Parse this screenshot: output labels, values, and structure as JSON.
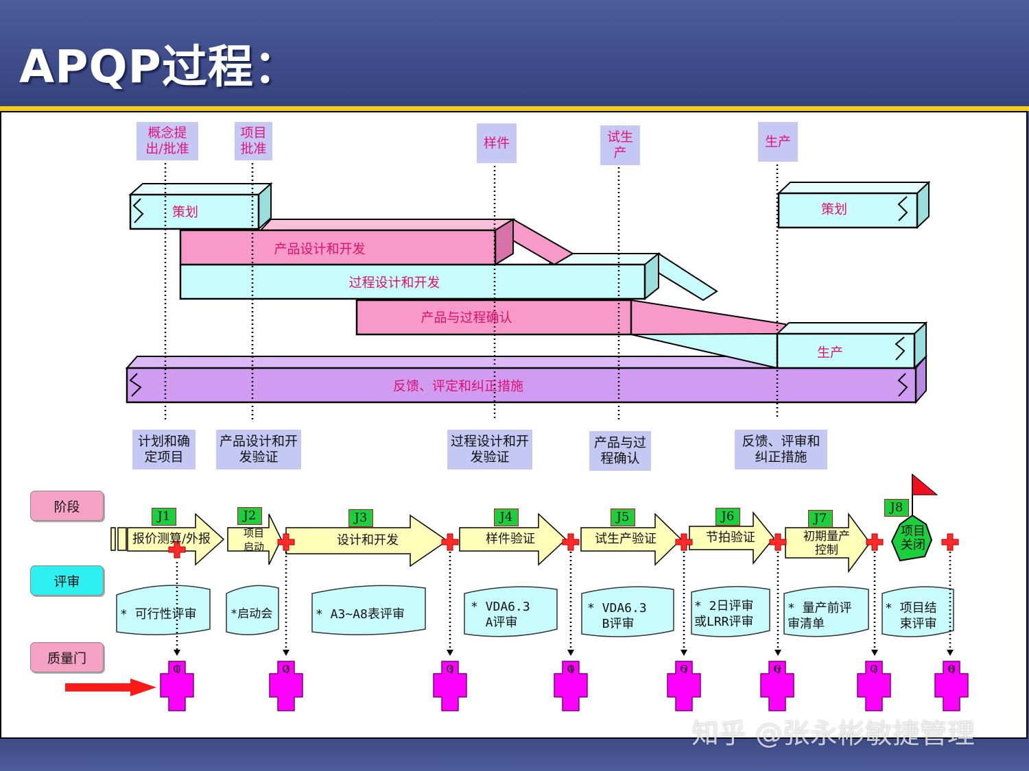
{
  "title": "APQP过程：",
  "milestones": [
    "概念提\n出/批准",
    "项目\n批准",
    "样件",
    "试生\n产",
    "生产"
  ],
  "bars": {
    "plan_left": "策划",
    "product_design": "产品设计和开发",
    "process_design": "过程设计和开发",
    "validation": "产品与过程确认",
    "production": "生产",
    "feedback": "反馈、评定和纠正措施",
    "plan_right": "策划"
  },
  "verifications": [
    "计划和确\n定项目",
    "产品设计和开\n发验证",
    "过程设计和开\n发验证",
    "产品与过\n程确认",
    "反馈、评审和\n纠正措施"
  ],
  "row_labels": {
    "phase": "阶段",
    "review": "评审",
    "gate": "质量门"
  },
  "phases": [
    {
      "tag": "J1",
      "label": "报价测算/外报"
    },
    {
      "tag": "J2",
      "label": "项目\n启动"
    },
    {
      "tag": "J3",
      "label": "设计和开发"
    },
    {
      "tag": "J4",
      "label": "样件验证"
    },
    {
      "tag": "J5",
      "label": "试生产验证"
    },
    {
      "tag": "J6",
      "label": "节拍验证"
    },
    {
      "tag": "J7",
      "label": "初期量产\n控制"
    },
    {
      "tag": "J8",
      "label": "项目\n关闭"
    }
  ],
  "reviews": [
    "* 可行性评审",
    "*启动会",
    "* A3~A8表评审",
    "* VDA6.3\n  A评审",
    "* VDA6.3\n  B评审",
    "* 2日评审\n或LRR评审",
    "* 量产前评\n审清单",
    "* 项目结\n  束评审"
  ],
  "gates": [
    [
      "Q",
      "G",
      "1"
    ],
    [
      "Q",
      "G",
      "2"
    ],
    [
      "Q",
      "G",
      "3"
    ],
    [
      "Q",
      "G",
      "4"
    ],
    [
      "Q",
      "G",
      "5"
    ],
    [
      "Q",
      "G",
      "6"
    ],
    [
      "Q",
      "G",
      "7"
    ],
    [
      "Q",
      "G",
      "8"
    ]
  ],
  "watermark": "知乎 @张永彬敏捷管理",
  "colors": {
    "pink": "#f79ac9",
    "cyan": "#c8fbfb",
    "purple": "#cf9cf2",
    "yellow": "#fefeb8",
    "magenta": "#ff00ff",
    "green": "#1ccf3c",
    "label_pink": "#f6a2c5",
    "label_cyan": "#2ff0f0"
  }
}
